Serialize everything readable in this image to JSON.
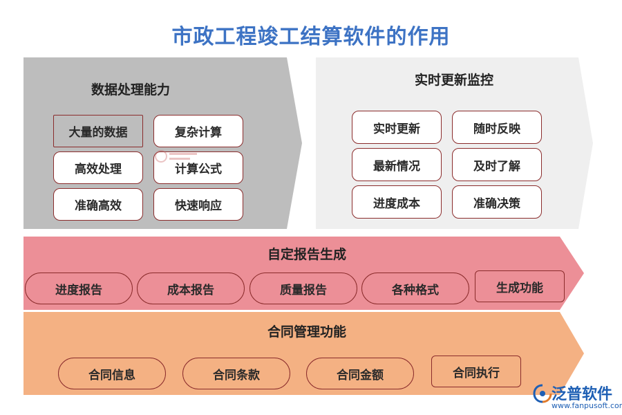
{
  "title": "市政工程竣工结算软件的作用",
  "data_processing": {
    "title": "数据处理能力",
    "items": [
      "大量的数据",
      "复杂计算",
      "高效处理",
      "计算公式",
      "准确高效",
      "快速响应"
    ]
  },
  "realtime_monitoring": {
    "title": "实时更新监控",
    "items": [
      "实时更新",
      "随时反映",
      "最新情况",
      "及时了解",
      "进度成本",
      "准确决策"
    ]
  },
  "report_generation": {
    "title": "自定报告生成",
    "items": [
      "进度报告",
      "成本报告",
      "质量报告",
      "各种格式",
      "生成功能"
    ]
  },
  "contract_management": {
    "title": "合同管理功能",
    "items": [
      "合同信息",
      "合同条款",
      "合同金额",
      "合同执行"
    ]
  },
  "logo": {
    "name": "泛普软件",
    "url": "www.fanpusoft.com"
  },
  "colors": {
    "title": "#3d73c4",
    "data_panel": "#bdbdbd",
    "monitor_panel": "#efefef",
    "report_band": "#ec8f97",
    "contract_band": "#f4b183",
    "box_border": "#8a2b2b",
    "logo": "#1e5fb4"
  }
}
